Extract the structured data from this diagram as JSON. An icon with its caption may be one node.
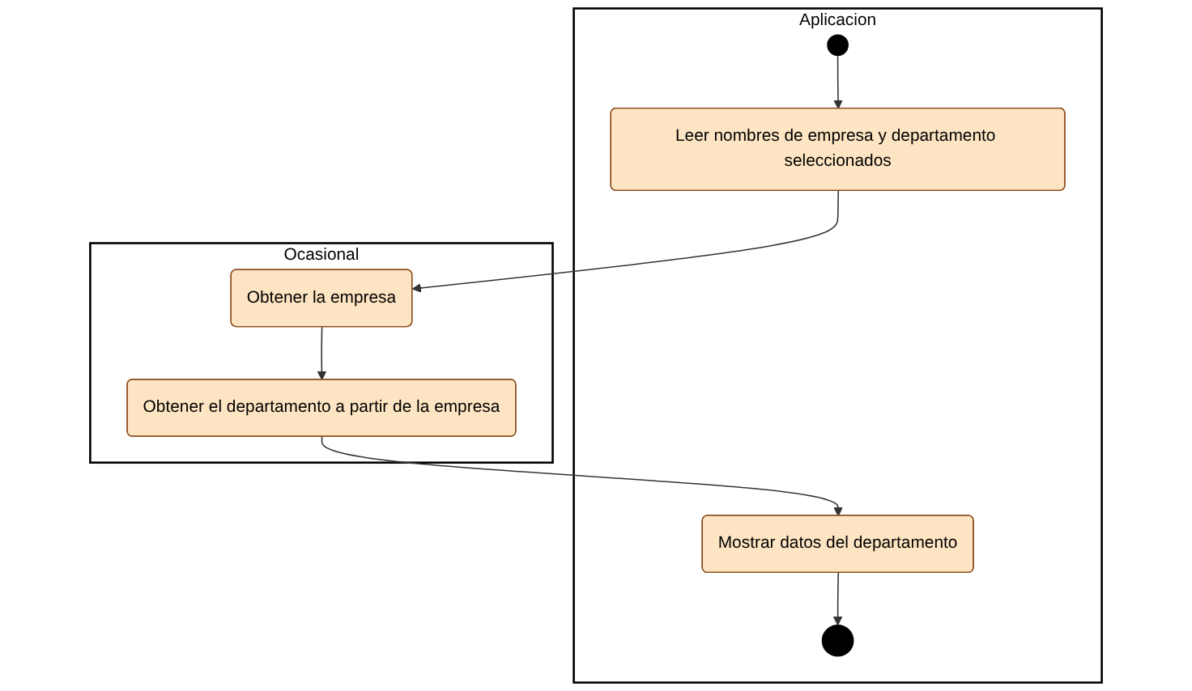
{
  "diagram": {
    "nodes": [
      {
        "text": [
          "Aplicacion"
        ]
      },
      {
        "text": [
          "Ocasional"
        ]
      },
      {
        "text": [],
        "shape": "circle",
        "in": 0
      },
      {
        "text": [
          "Leer nombres de empresa y departamento seleccionados"
        ],
        "in": 0
      },
      {
        "text": [
          "Obtener la empresa"
        ],
        "in": 1
      },
      {
        "text": [
          "Obtener el departamento a partir de la empresa"
        ],
        "in": 1
      },
      {
        "text": [
          "Mostrar datos del departamento"
        ],
        "in": 0
      },
      {
        "text": [],
        "shape": "circle",
        "in": 0
      }
    ],
    "edges": [
      {
        "from": 2,
        "to": 3,
        "arrow": "to"
      },
      {
        "from": 3,
        "to": 4,
        "arrow": "to"
      },
      {
        "from": 4,
        "to": 5,
        "arrow": "to"
      },
      {
        "from": 5,
        "to": 6,
        "arrow": "to"
      },
      {
        "from": 6,
        "to": 7,
        "arrow": "to"
      }
    ]
  }
}
